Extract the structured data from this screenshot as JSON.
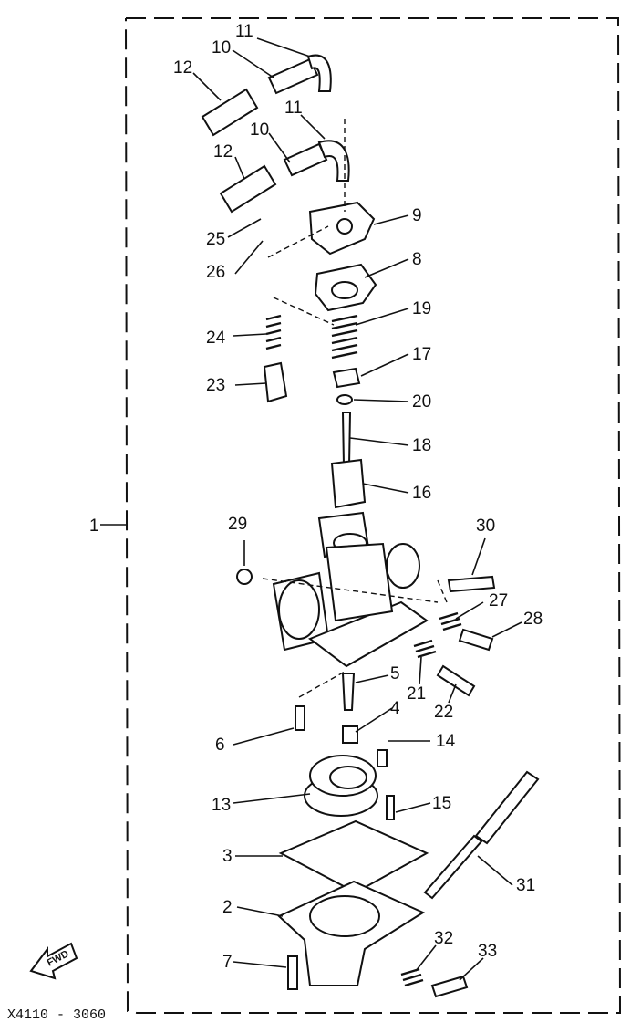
{
  "diagram": {
    "drawing_code": "X4110 - 3060",
    "fwd_arrow_label": "FWD",
    "part_numbers": {
      "p1": "1",
      "p2": "2",
      "p3": "3",
      "p4": "4",
      "p5": "5",
      "p6": "6",
      "p7": "7",
      "p8": "8",
      "p9": "9",
      "p10a": "10",
      "p10b": "10",
      "p11a": "11",
      "p11b": "11",
      "p12a": "12",
      "p12b": "12",
      "p13": "13",
      "p14": "14",
      "p15": "15",
      "p16": "16",
      "p17": "17",
      "p18": "18",
      "p19": "19",
      "p20": "20",
      "p21": "21",
      "p22": "22",
      "p23": "23",
      "p24": "24",
      "p25": "25",
      "p26": "26",
      "p27": "27",
      "p28": "28",
      "p29": "29",
      "p30": "30",
      "p31": "31",
      "p32": "32",
      "p33": "33"
    }
  }
}
